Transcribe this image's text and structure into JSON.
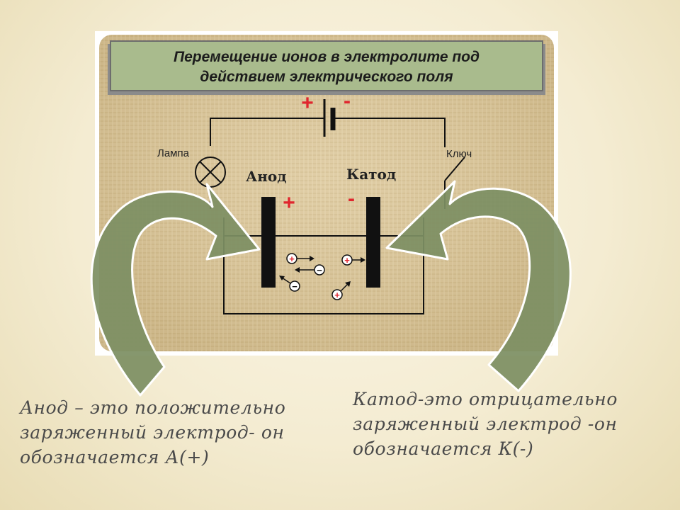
{
  "diagram": {
    "title_line1": "Перемещение ионов в электролите под",
    "title_line2": "действием электрического поля",
    "battery_plus": "+",
    "battery_minus": "-",
    "lamp_label": "Лампа",
    "switch_label": "Ключ",
    "anode_label": "Анод",
    "cathode_label": "Катод",
    "anode_sign": "+",
    "cathode_sign": "-",
    "ion_plus": "+",
    "ion_minus": "−"
  },
  "captions": {
    "left": [
      "Анод – это положительно",
      "заряженный электрод- он",
      "обозначается  А(+)"
    ],
    "right": [
      "Катод-это  отрицательно",
      "заряженный электрод -он",
      "обозначается  К(-)"
    ]
  },
  "colors": {
    "title_box": "#a9bb8d",
    "arrow_fill": "#7d8f63",
    "electrode": "#111111",
    "sign_red": "#e0262e",
    "board": "#dcc79a"
  }
}
